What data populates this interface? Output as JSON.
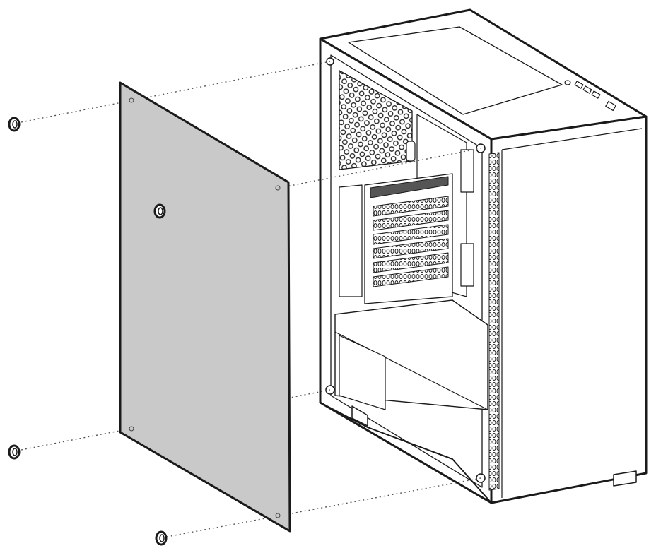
{
  "diagram": {
    "subject": "pc-case-side-panel-installation",
    "parts": {
      "case": {
        "fill": "#ffffff",
        "stroke": "#1a1a1a"
      },
      "side_panel": {
        "fill": "#c9c9c9",
        "stroke": "#1a1a1a"
      },
      "thumbscrews": {
        "count": 4,
        "fill": "#ffffff",
        "stroke": "#1a1a1a"
      },
      "guide_lines": {
        "style": "dotted",
        "color": "#555555"
      }
    }
  }
}
